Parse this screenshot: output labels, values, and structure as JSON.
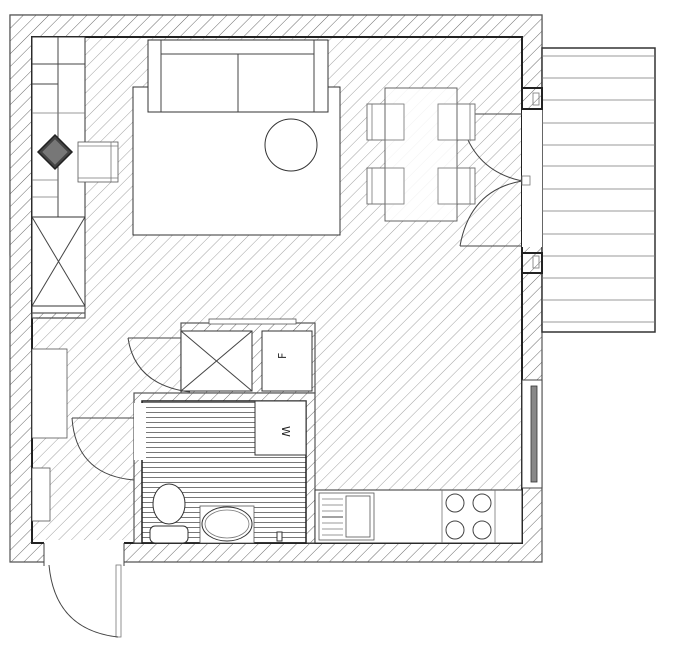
{
  "plan": {
    "type": "apartment-floor-plan",
    "rooms": [
      {
        "id": "living-room",
        "label": ""
      },
      {
        "id": "hallway",
        "label": ""
      },
      {
        "id": "bathroom",
        "label": ""
      },
      {
        "id": "kitchen",
        "label": ""
      },
      {
        "id": "balcony",
        "label": ""
      }
    ],
    "fixtures": {
      "fridge_label": "F",
      "washer_label": "W"
    },
    "furniture": [
      "sofa",
      "rug",
      "round-coffee-table",
      "armchair",
      "dining-table",
      "dining-chair",
      "dining-chair",
      "dining-chair",
      "dining-chair",
      "wardrobe",
      "tv-cabinet",
      "shoe-cabinet",
      "bench",
      "shower",
      "toilet",
      "bathtub-sink",
      "kitchen-sink",
      "cooktop"
    ],
    "colors": {
      "wall_stroke": "#555555",
      "line": "#333333",
      "background": "#ffffff"
    }
  }
}
